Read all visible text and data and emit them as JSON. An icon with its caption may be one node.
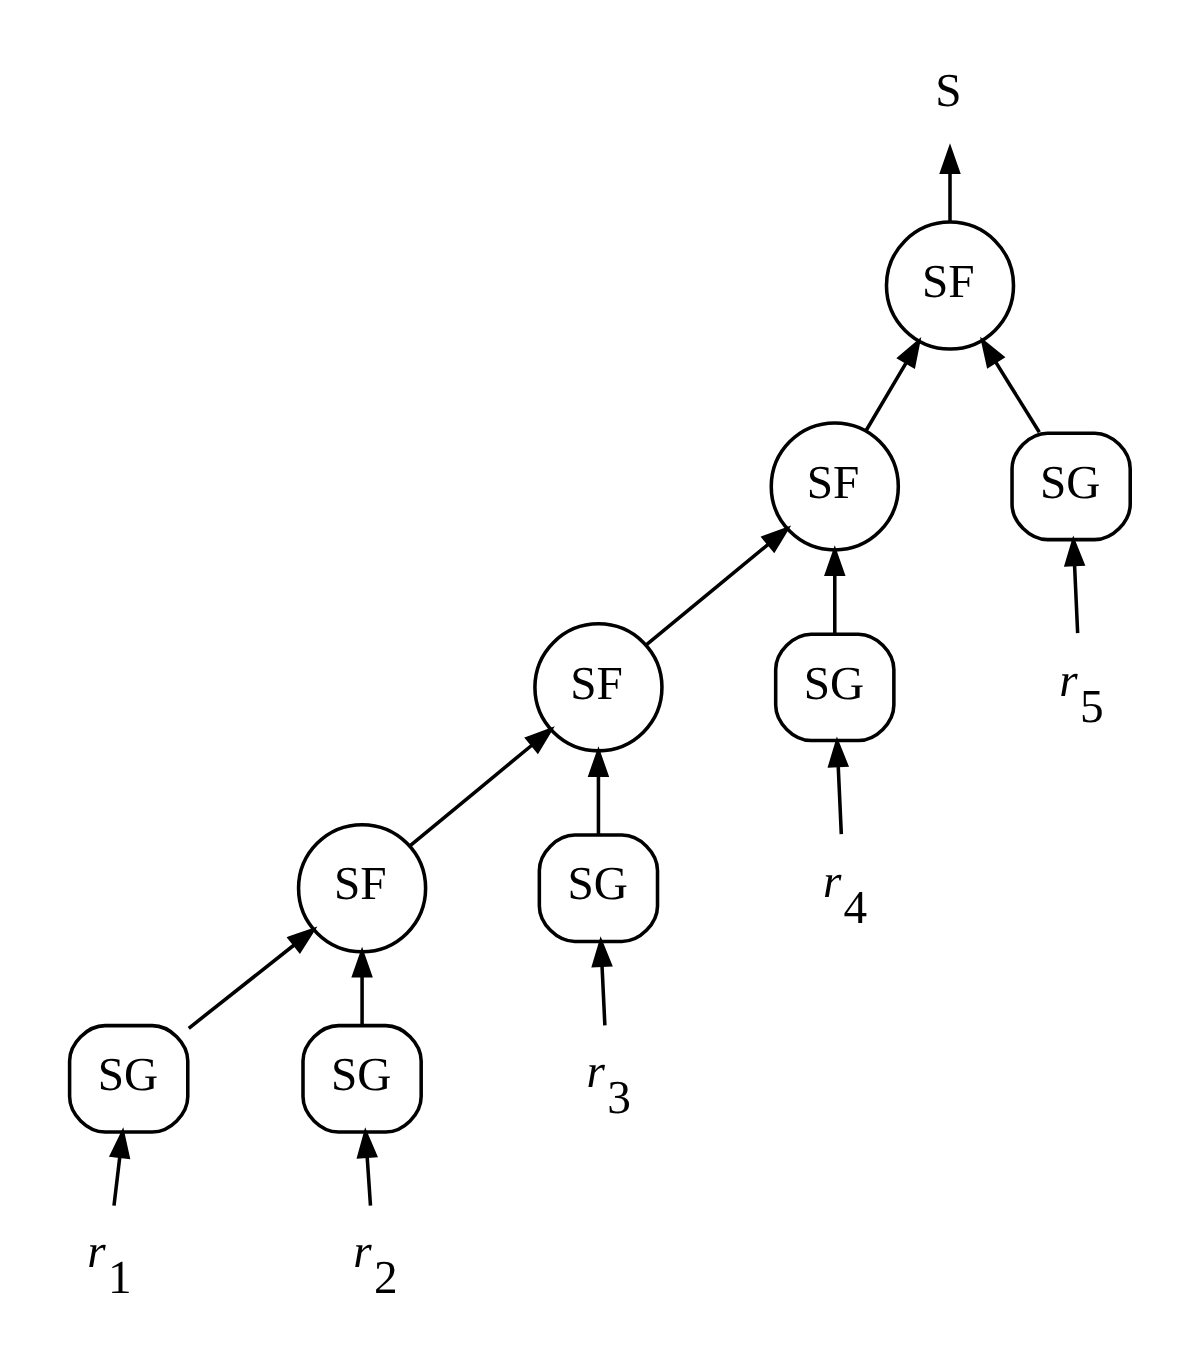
{
  "diagram": {
    "nodes": [
      {
        "text": [
          "S"
        ]
      },
      {
        "text": [
          "SF"
        ]
      },
      {
        "text": [
          "SF"
        ]
      },
      {
        "text": [
          "SG"
        ]
      },
      {
        "text": [
          "*r*$_{5}$"
        ]
      },
      {
        "text": [
          "SF"
        ]
      },
      {
        "text": [
          "SG"
        ]
      },
      {
        "text": [
          "*r*$_{4}$"
        ]
      },
      {
        "text": [
          "SF"
        ]
      },
      {
        "text": [
          "SG"
        ]
      },
      {
        "text": [
          "*r*$_{3}$"
        ]
      },
      {
        "text": [
          "SG"
        ]
      },
      {
        "text": [
          "SG"
        ]
      },
      {
        "text": [
          "*r*$_{1}$"
        ]
      },
      {
        "text": [
          "*r*$_{2}$"
        ]
      }
    ],
    "edges": [
      {
        "from": 1,
        "to": 0,
        "arrow": "to"
      },
      {
        "from": 2,
        "to": 1,
        "arrow": "to"
      },
      {
        "from": 3,
        "to": 1,
        "arrow": "to"
      },
      {
        "from": 4,
        "to": 3,
        "arrow": "to"
      },
      {
        "from": 5,
        "to": 2,
        "arrow": "to"
      },
      {
        "from": 6,
        "to": 2,
        "arrow": "to"
      },
      {
        "from": 7,
        "to": 6,
        "arrow": "to"
      },
      {
        "from": 8,
        "to": 5,
        "arrow": "to"
      },
      {
        "from": 9,
        "to": 5,
        "arrow": "to"
      },
      {
        "from": 10,
        "to": 9,
        "arrow": "to"
      },
      {
        "from": 11,
        "to": 8,
        "arrow": "to"
      },
      {
        "from": 12,
        "to": 8,
        "arrow": "to"
      },
      {
        "from": 13,
        "to": 11,
        "arrow": "to"
      },
      {
        "from": 14,
        "to": 12,
        "arrow": "to"
      }
    ]
  }
}
